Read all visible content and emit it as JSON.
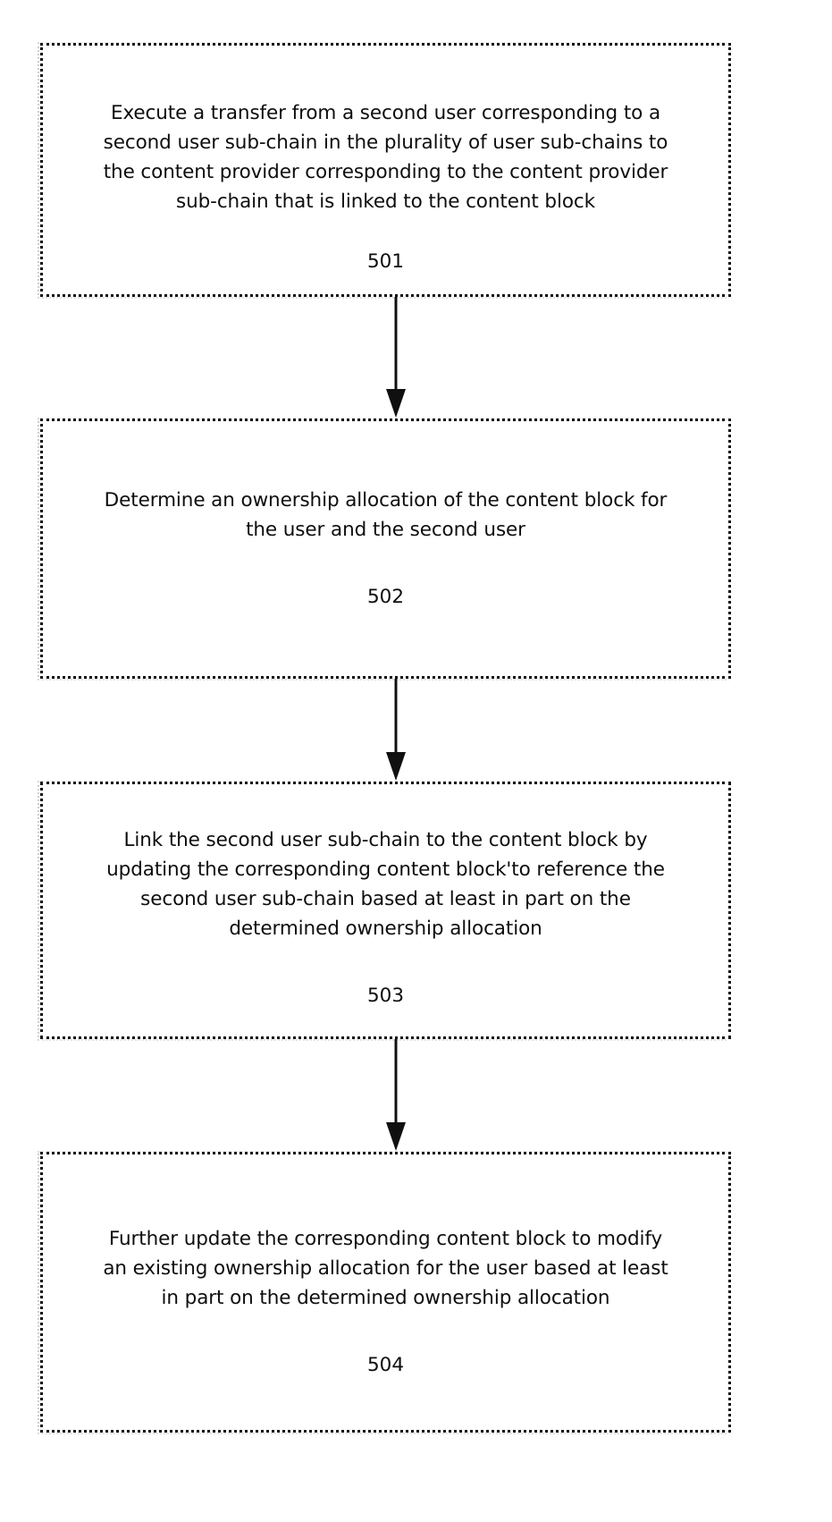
{
  "figure": {
    "type": "patent-flowchart",
    "orientation": "vertical",
    "background_color": "#ffffff",
    "line_color": "#101010",
    "steps": [
      {
        "id": "501",
        "number": "501",
        "text": "Execute a transfer from a second user corresponding to a\nsecond user sub-chain in the plurality of user sub-chains to\nthe content provider corresponding to the content provider\nsub-chain that is linked to the content block"
      },
      {
        "id": "502",
        "number": "502",
        "text": "Determine an ownership allocation of the content block for\nthe user and the second user"
      },
      {
        "id": "503",
        "number": "503",
        "text": "Link the second user sub-chain to the content block by\nupdating the corresponding content block'to reference the\nsecond user sub-chain based at least in part on the\ndetermined ownership allocation"
      },
      {
        "id": "504",
        "number": "504",
        "text": "Further update the corresponding content block to modify\nan existing ownership allocation for the user based at least\nin part on the determined ownership allocation"
      }
    ],
    "connectors": [
      {
        "id": "connector-1",
        "from": "501",
        "to": "502",
        "style": "solid-line-with-filled-arrowhead"
      },
      {
        "id": "connector-2",
        "from": "502",
        "to": "503",
        "style": "solid-line-with-filled-arrowhead"
      },
      {
        "id": "connector-3",
        "from": "503",
        "to": "504",
        "style": "solid-line-with-filled-arrowhead"
      }
    ]
  }
}
